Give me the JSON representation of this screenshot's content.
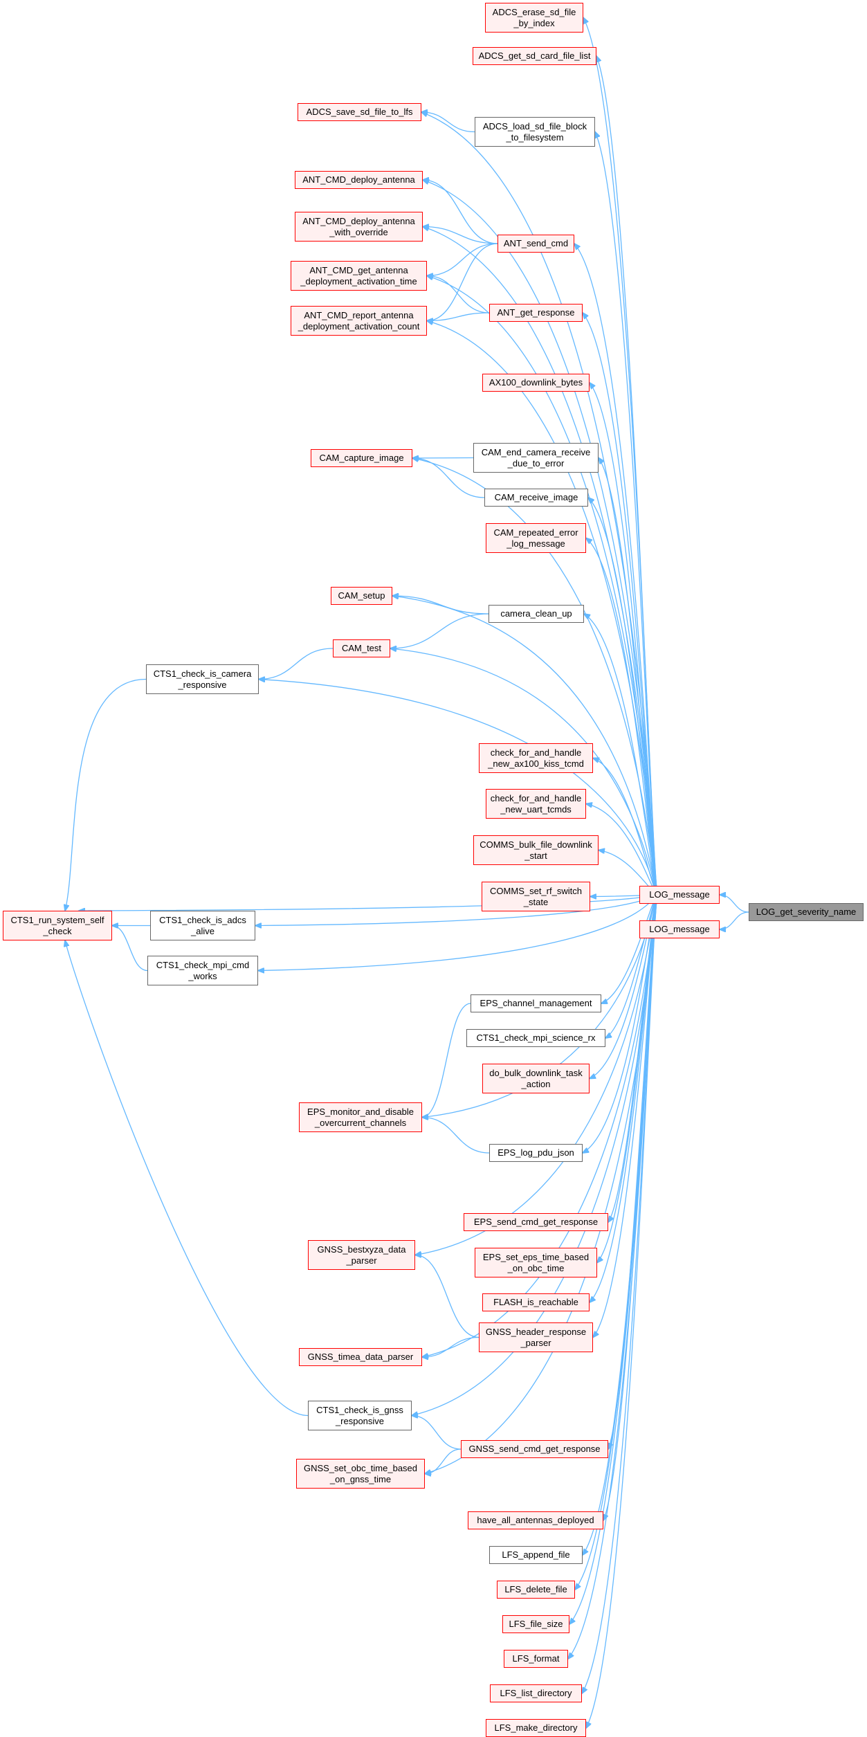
{
  "colors": {
    "edge": "#63b8ff",
    "red_border": "#ff0000",
    "red_fill": "#fff0f0",
    "default_border": "#666666",
    "root_fill": "#999999"
  },
  "nodes": {
    "erase_sd": {
      "label": "ADCS_erase_sd_file\n_by_index",
      "style": "red"
    },
    "get_sd_list": {
      "label": "ADCS_get_sd_card_file_list",
      "style": "red"
    },
    "save_sd": {
      "label": "ADCS_save_sd_file_to_lfs",
      "style": "red"
    },
    "load_sd": {
      "label": "ADCS_load_sd_file_block\n_to_filesystem",
      "style": "plain"
    },
    "ant_deploy": {
      "label": "ANT_CMD_deploy_antenna",
      "style": "red"
    },
    "ant_deploy_ovr": {
      "label": "ANT_CMD_deploy_antenna\n_with_override",
      "style": "red"
    },
    "ant_send": {
      "label": "ANT_send_cmd",
      "style": "red"
    },
    "ant_get_time": {
      "label": "ANT_CMD_get_antenna\n_deployment_activation_time",
      "style": "red"
    },
    "ant_get_resp": {
      "label": "ANT_get_response",
      "style": "red"
    },
    "ant_report": {
      "label": "ANT_CMD_report_antenna\n_deployment_activation_count",
      "style": "red"
    },
    "ax100": {
      "label": "AX100_downlink_bytes",
      "style": "red"
    },
    "cam_capture": {
      "label": "CAM_capture_image",
      "style": "red"
    },
    "cam_end": {
      "label": "CAM_end_camera_receive\n_due_to_error",
      "style": "plain"
    },
    "cam_receive": {
      "label": "CAM_receive_image",
      "style": "plain"
    },
    "cam_repeated": {
      "label": "CAM_repeated_error\n_log_message",
      "style": "red"
    },
    "cam_setup": {
      "label": "CAM_setup",
      "style": "red"
    },
    "camera_cleanup": {
      "label": "camera_clean_up",
      "style": "plain"
    },
    "cam_test": {
      "label": "CAM_test",
      "style": "red"
    },
    "cts1_camera": {
      "label": "CTS1_check_is_camera\n_responsive",
      "style": "plain"
    },
    "check_ax100": {
      "label": "check_for_and_handle\n_new_ax100_kiss_tcmd",
      "style": "red"
    },
    "check_uart": {
      "label": "check_for_and_handle\n_new_uart_tcmds",
      "style": "red"
    },
    "comms_bulk": {
      "label": "COMMS_bulk_file_downlink\n_start",
      "style": "red"
    },
    "comms_rf": {
      "label": "COMMS_set_rf_switch\n_state",
      "style": "red"
    },
    "cts1_run": {
      "label": "CTS1_run_system_self\n_check",
      "style": "red"
    },
    "cts1_adcs": {
      "label": "CTS1_check_is_adcs\n_alive",
      "style": "plain"
    },
    "log_message_1": {
      "label": "LOG_message",
      "style": "red"
    },
    "log_severity": {
      "label": "LOG_get_severity_name",
      "style": "gray"
    },
    "log_message_2": {
      "label": "LOG_message",
      "style": "red"
    },
    "cts1_mpi": {
      "label": "CTS1_check_mpi_cmd\n_works",
      "style": "plain"
    },
    "eps_channel": {
      "label": "EPS_channel_management",
      "style": "plain"
    },
    "cts1_mpi_sci": {
      "label": "CTS1_check_mpi_science_rx",
      "style": "plain"
    },
    "do_bulk": {
      "label": "do_bulk_downlink_task\n_action",
      "style": "red"
    },
    "eps_monitor": {
      "label": "EPS_monitor_and_disable\n_overcurrent_channels",
      "style": "red"
    },
    "eps_log_pdu": {
      "label": "EPS_log_pdu_json",
      "style": "plain"
    },
    "eps_send": {
      "label": "EPS_send_cmd_get_response",
      "style": "red"
    },
    "gnss_bestxyza": {
      "label": "GNSS_bestxyza_data\n_parser",
      "style": "red"
    },
    "eps_set_time": {
      "label": "EPS_set_eps_time_based\n_on_obc_time",
      "style": "red"
    },
    "flash_reach": {
      "label": "FLASH_is_reachable",
      "style": "red"
    },
    "gnss_header": {
      "label": "GNSS_header_response\n_parser",
      "style": "red"
    },
    "gnss_timea": {
      "label": "GNSS_timea_data_parser",
      "style": "red"
    },
    "cts1_gnss": {
      "label": "CTS1_check_is_gnss\n_responsive",
      "style": "plain"
    },
    "gnss_send": {
      "label": "GNSS_send_cmd_get_response",
      "style": "red"
    },
    "gnss_set_obc": {
      "label": "GNSS_set_obc_time_based\n_on_gnss_time",
      "style": "red"
    },
    "have_all_ant": {
      "label": "have_all_antennas_deployed",
      "style": "red"
    },
    "lfs_append": {
      "label": "LFS_append_file",
      "style": "plain"
    },
    "lfs_delete": {
      "label": "LFS_delete_file",
      "style": "red"
    },
    "lfs_size": {
      "label": "LFS_file_size",
      "style": "red"
    },
    "lfs_format": {
      "label": "LFS_format",
      "style": "red"
    },
    "lfs_list": {
      "label": "LFS_list_directory",
      "style": "red"
    },
    "lfs_mkdir": {
      "label": "LFS_make_directory",
      "style": "red"
    }
  }
}
